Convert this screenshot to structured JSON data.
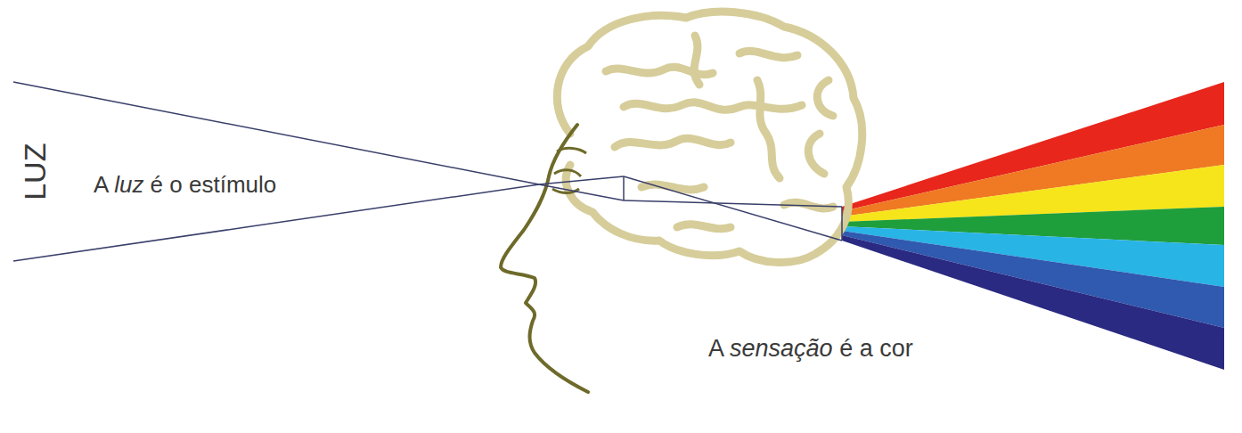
{
  "diagram": {
    "labels": [
      "LUZ",
      "A luz é o estímulo",
      "A sensação é a cor"
    ]
  }
}
